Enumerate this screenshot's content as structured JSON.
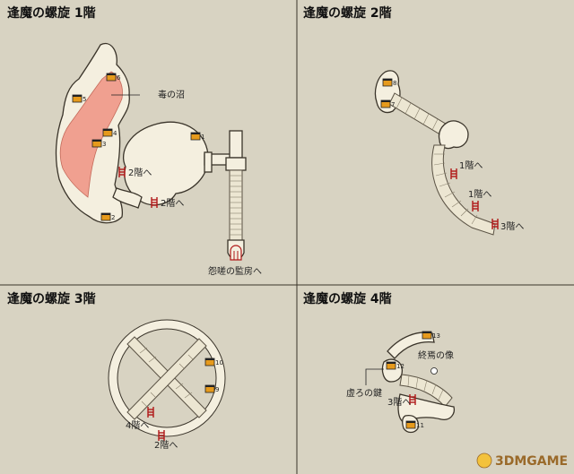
{
  "watermark": "3DMGAME",
  "panels": [
    {
      "title": "逢魔の螺旋 1階",
      "labels": {
        "poison": "毒の沼",
        "to2a": "2階へ",
        "to2b": "2階へ",
        "exit": "怨嗟の監房へ"
      },
      "chests": [
        "5",
        "6",
        "4",
        "3",
        "1",
        "2"
      ]
    },
    {
      "title": "逢魔の螺旋 2階",
      "labels": {
        "to1a": "1階へ",
        "to1b": "1階へ",
        "to3": "3階へ"
      },
      "chests": [
        "8",
        "7"
      ]
    },
    {
      "title": "逢魔の螺旋 3階",
      "labels": {
        "to4": "4階へ",
        "to2": "2階へ"
      },
      "chests": [
        "10",
        "9"
      ]
    },
    {
      "title": "逢魔の螺旋 4階",
      "labels": {
        "statue": "終焉の像",
        "key": "虚ろの鍵",
        "to3": "3階へ"
      },
      "chests": [
        "13",
        "12",
        "11"
      ]
    }
  ],
  "colors": {
    "poison": "#f0a090",
    "ladder": "#b01818",
    "chest": "#e69a1c"
  },
  "icons": [
    "chest-icon",
    "ladder-icon",
    "key-point-icon"
  ]
}
